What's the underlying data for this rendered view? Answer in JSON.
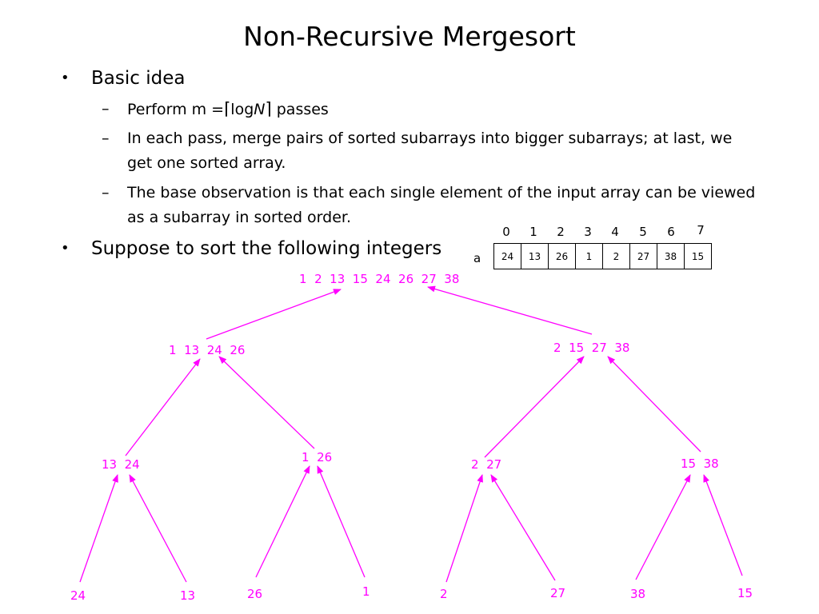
{
  "title": "Non-Recursive Mergesort",
  "bullets": {
    "b1": "Basic idea",
    "sub1_prefix": "Perform m =",
    "sub1_ceil_left": "⌈",
    "sub1_log": "log",
    "sub1_n": "N",
    "sub1_ceil_right": "⌉",
    "sub1_suffix": "passes",
    "sub2": "In each pass, merge pairs of sorted subarrays into bigger subarrays; at last, we get one sorted array.",
    "sub3": "The base observation is that each single element of the input array can be viewed as a subarray in sorted order.",
    "b2": "Suppose to sort the following integers"
  },
  "array": {
    "label": "a",
    "indices": [
      "0",
      "1",
      "2",
      "3",
      "4",
      "5",
      "6",
      "7"
    ],
    "values": [
      "24",
      "13",
      "26",
      "1",
      "2",
      "27",
      "38",
      "15"
    ]
  },
  "tree": {
    "root": "1  2  13  15  24  26  27  38",
    "l1_left": "1  13  24  26",
    "l1_right": "2  15  27  38",
    "l2_a": "13  24",
    "l2_b": "1  26",
    "l2_c": "2  27",
    "l2_d": "15  38",
    "leaf_0": "24",
    "leaf_1": "13",
    "leaf_2": "26",
    "leaf_3": "1",
    "leaf_4": "2",
    "leaf_5": "27",
    "leaf_6": "38",
    "leaf_7": "15"
  },
  "colors": {
    "tree": "#ff00ff"
  }
}
